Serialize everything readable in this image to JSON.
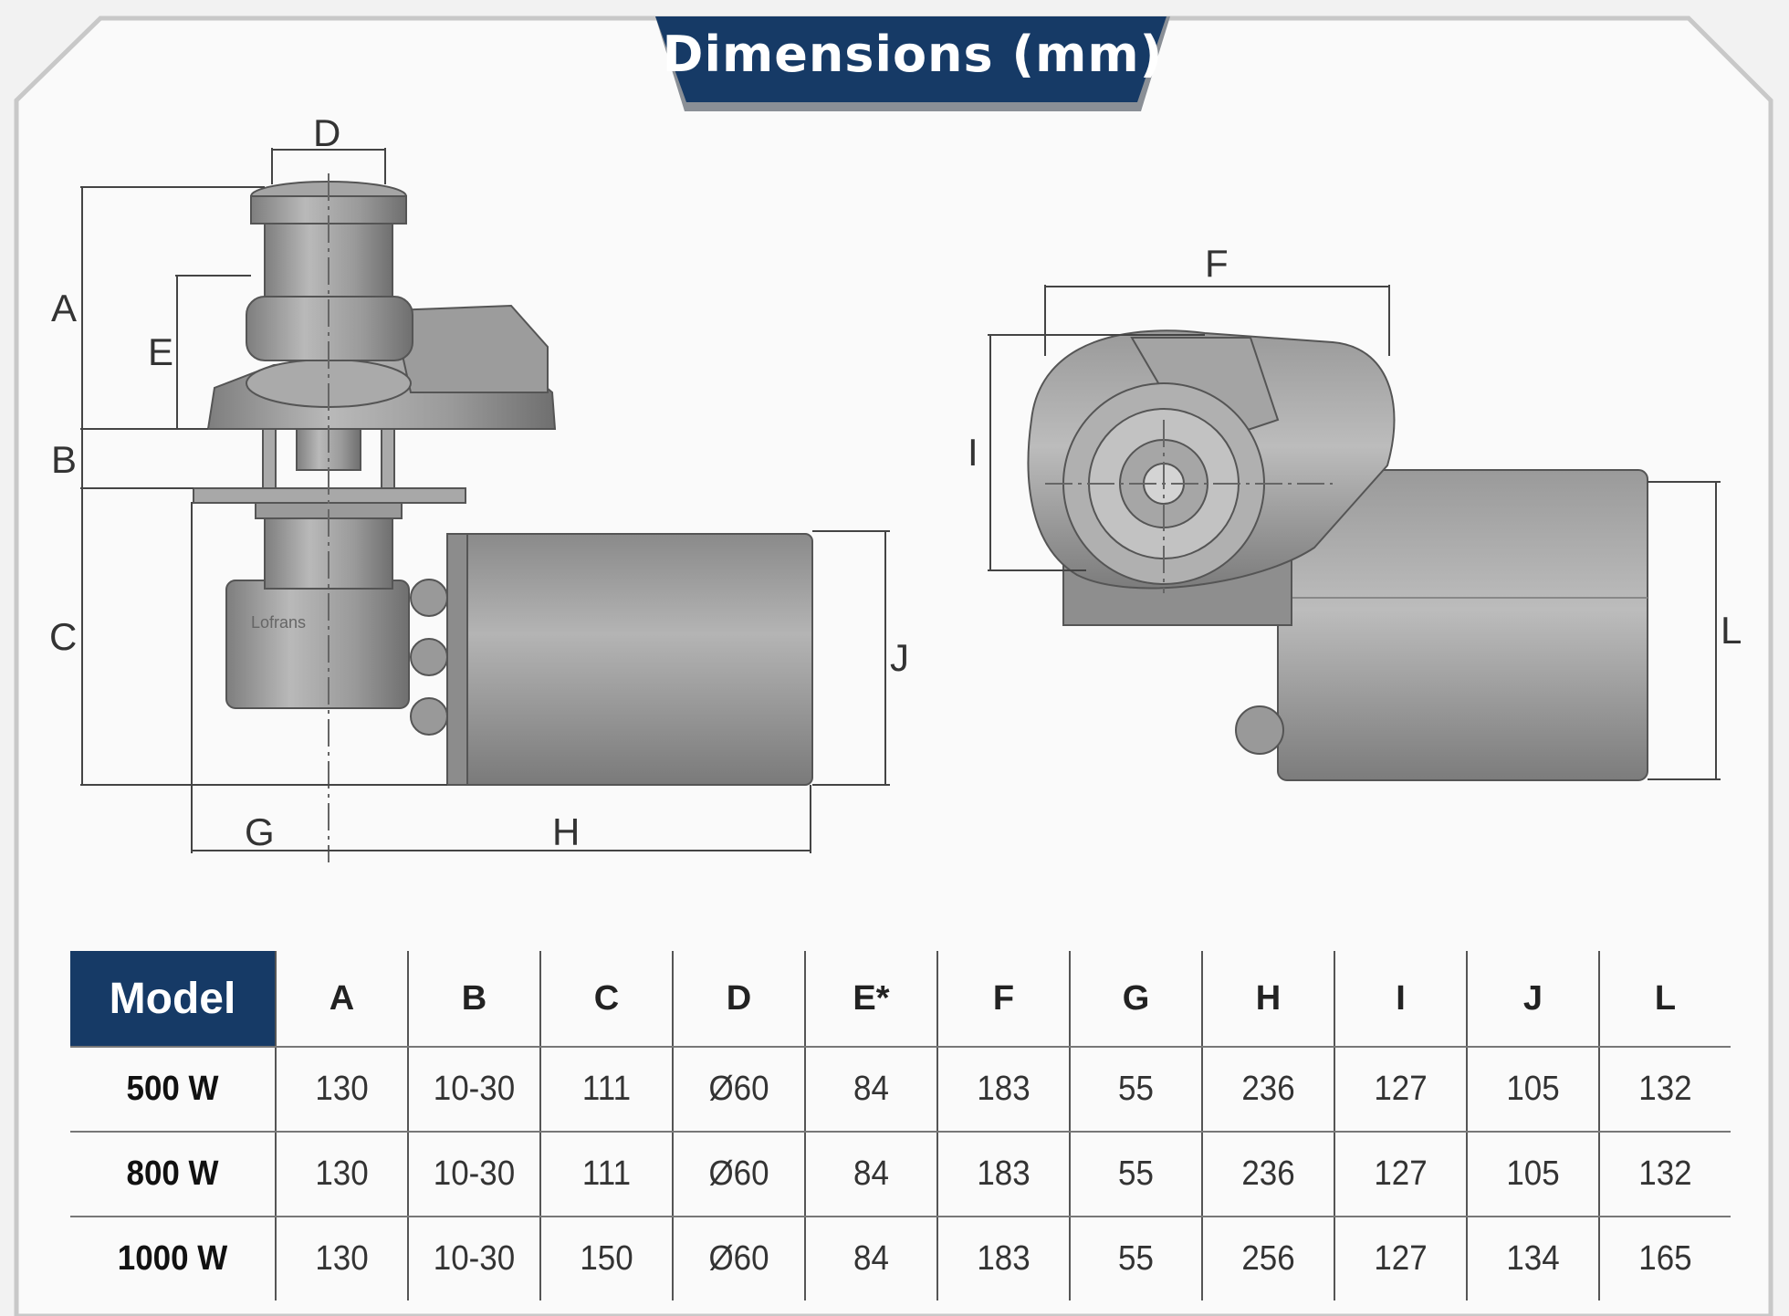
{
  "title": "Dimensions (mm)",
  "front_view": {
    "labels": {
      "A": "A",
      "B": "B",
      "C": "C",
      "D": "D",
      "E": "E",
      "G": "G",
      "H": "H",
      "J": "J"
    },
    "brand_text": "Lofrans"
  },
  "side_view": {
    "labels": {
      "F": "F",
      "I": "I",
      "L": "L"
    }
  },
  "table": {
    "columns": [
      "Model",
      "A",
      "B",
      "C",
      "D",
      "E*",
      "F",
      "G",
      "H",
      "I",
      "J",
      "L"
    ],
    "rows": [
      [
        "500 W",
        "130",
        "10-30",
        "111",
        "Ø60",
        "84",
        "183",
        "55",
        "236",
        "127",
        "105",
        "132"
      ],
      [
        "800 W",
        "130",
        "10-30",
        "111",
        "Ø60",
        "84",
        "183",
        "55",
        "236",
        "127",
        "105",
        "132"
      ],
      [
        "1000 W",
        "130",
        "10-30",
        "150",
        "Ø60",
        "84",
        "183",
        "55",
        "256",
        "127",
        "134",
        "165"
      ]
    ]
  },
  "colors": {
    "accent": "#163a66",
    "panel_border": "#c8c8c8",
    "background": "#f2f2f2"
  }
}
